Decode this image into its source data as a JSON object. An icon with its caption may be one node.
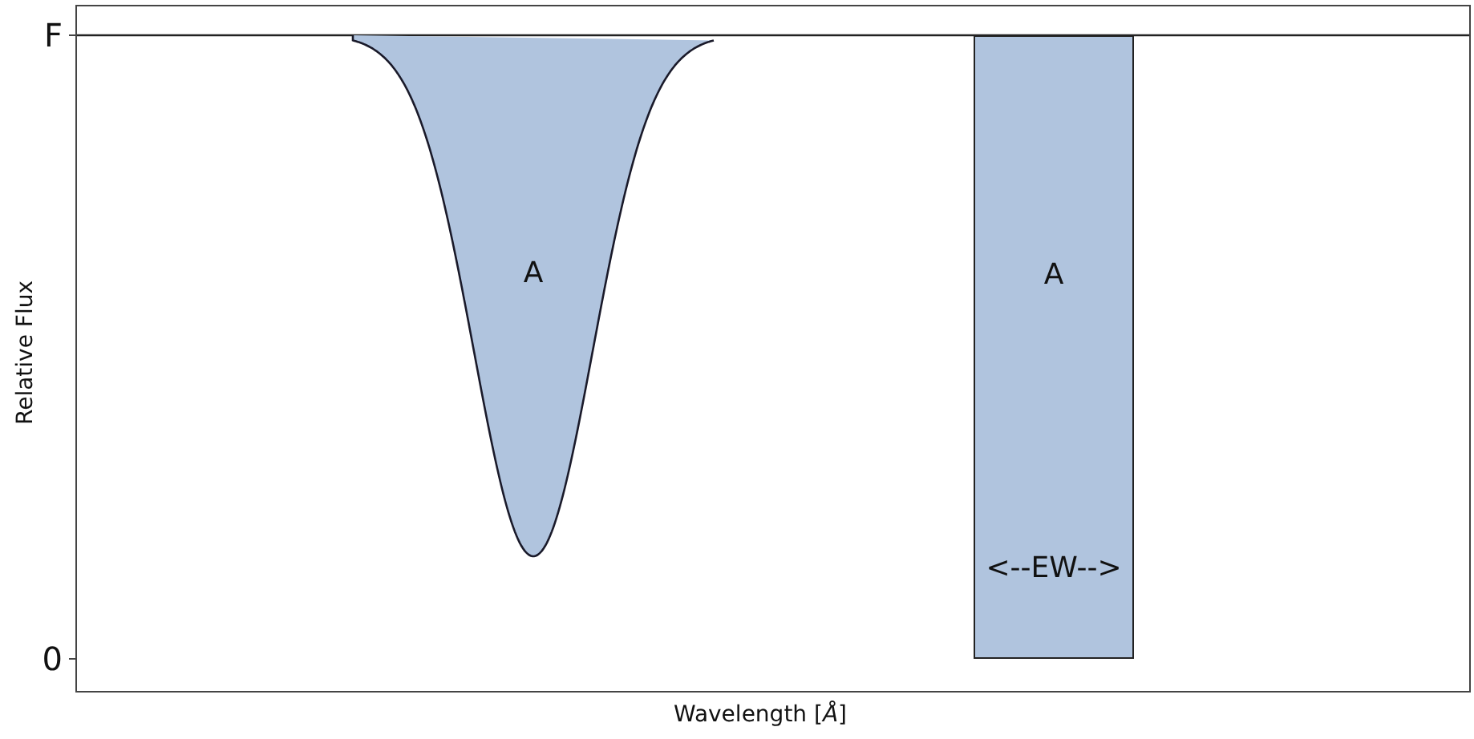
{
  "diagram": {
    "nodes": [
      {
        "text": [
          "A"
        ]
      },
      {
        "text": [
          "A",
          "<--EW-->"
        ]
      }
    ],
    "labels": [
      "F",
      "0",
      "Relative Flux",
      "Wavelength [*Å*]"
    ]
  }
}
